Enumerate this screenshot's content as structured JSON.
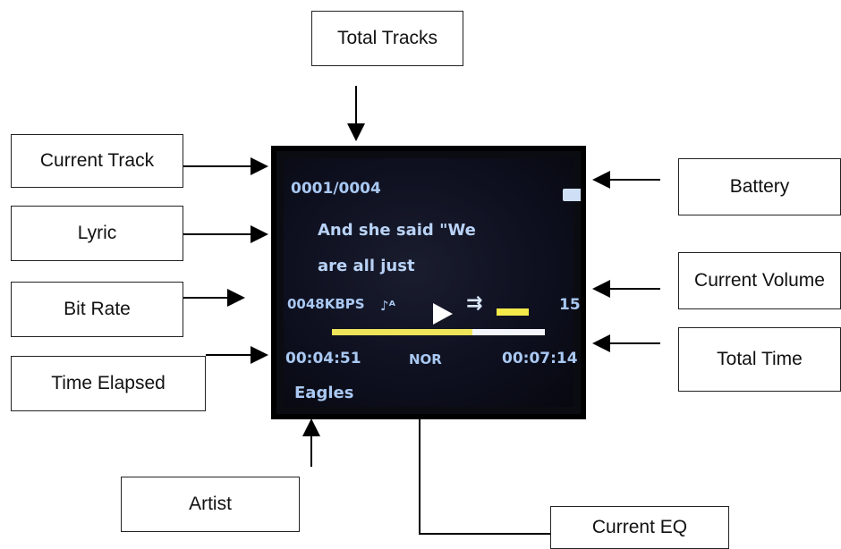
{
  "labels": {
    "total_tracks": "Total Tracks",
    "current_track": "Current Track",
    "lyric": "Lyric",
    "bit_rate": "Bit Rate",
    "time_elapsed": "Time Elapsed",
    "artist": "Artist",
    "current_eq": "Current EQ",
    "battery": "Battery",
    "current_volume": "Current Volume",
    "total_time": "Total Time"
  },
  "screen": {
    "track_counter": "0001/0004",
    "lyric_line1": "And she said \"We",
    "lyric_line2": "are all just",
    "bitrate": "0048KBPS",
    "mode_icon": "♪ᴬ",
    "shuffle_icon": "⇉",
    "volume": "15",
    "elapsed": "00:04:51",
    "eq": "NOR",
    "total_time": "00:07:14",
    "artist": "Eagles",
    "progress_fraction": 0.66
  },
  "colors": {
    "screen_text": "#a9c8f2",
    "progress_fill": "#efe55a",
    "progress_track": "#f2f6fb",
    "volume_bar": "#f4e94a"
  }
}
